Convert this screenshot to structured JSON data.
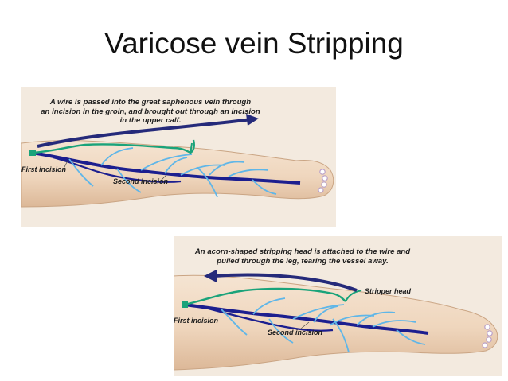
{
  "slide": {
    "title": "Varicose vein Stripping"
  },
  "panel_top": {
    "caption_lines": [
      "A wire is passed into the great saphenous vein through",
      "an incision in the groin, and brought out through an incision",
      "in the upper calf."
    ],
    "label_first": "First incision",
    "label_second": "Second incision"
  },
  "panel_bottom": {
    "caption_lines": [
      "An acorn-shaped stripping head is attached to the wire and",
      "pulled through the leg, tearing the vessel away."
    ],
    "label_stripper": "Stripper head",
    "label_first": "First incision",
    "label_second": "Second incision"
  },
  "colors": {
    "skin": "#f1dcc6",
    "skin_shade": "#e2c1a3",
    "vein_dark": "#1c1e8f",
    "vein_light": "#5fb6e8",
    "wire": "#1aa37a",
    "arrow": "#252a7a"
  }
}
